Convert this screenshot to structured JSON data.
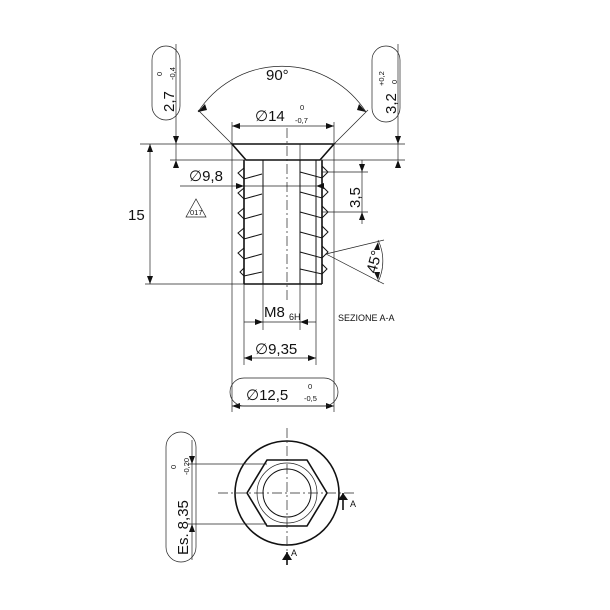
{
  "dimensions": {
    "head_height": {
      "value": "2,7",
      "tol_upper": "0",
      "tol_lower": "-0,4"
    },
    "recess_depth": {
      "value": "3,2",
      "tol_upper": "+0,2",
      "tol_lower": "0"
    },
    "head_angle": "90°",
    "head_diameter": {
      "prefix": "∅",
      "value": "14",
      "tol_upper": "0",
      "tol_lower": "-0,7"
    },
    "core_diameter": {
      "prefix": "∅",
      "value": "9,8"
    },
    "pitch": "3,5",
    "length": "15",
    "thread_angle": "45°",
    "thread": {
      "value": "M8",
      "class": "6H"
    },
    "inner_diameter": {
      "prefix": "∅",
      "value": "9,35"
    },
    "outer_diameter": {
      "prefix": "∅",
      "value": "12,5",
      "tol_upper": "0",
      "tol_lower": "-0,5"
    },
    "hex_size": {
      "prefix": "Es.",
      "value": "8,35",
      "tol_upper": "0",
      "tol_lower": "-0,20"
    }
  },
  "labels": {
    "section": "SEZIONE A-A",
    "surface_symbol": "017",
    "cut_mark": "A"
  }
}
